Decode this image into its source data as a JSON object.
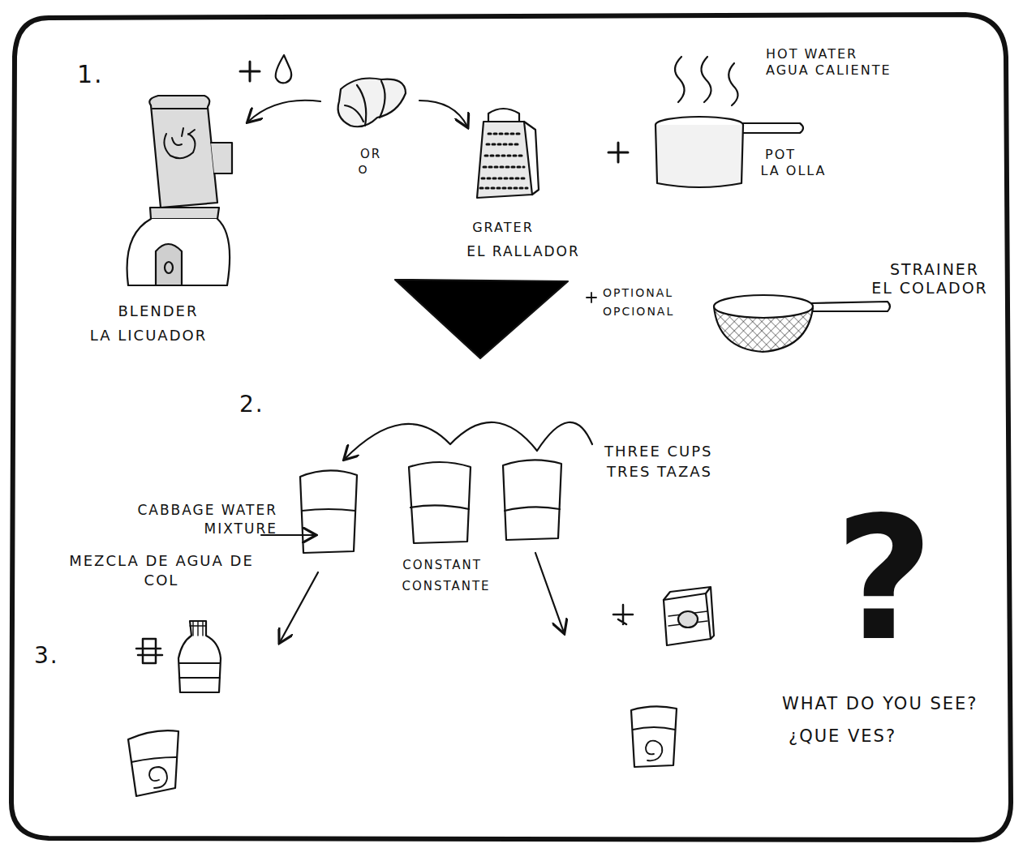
{
  "diagram": {
    "labels": [
      "1.",
      "OR",
      "O",
      "HOT WATER",
      "AGUA CALIENTE",
      "POT",
      "LA OLLA",
      "GRATER",
      "EL RALLADOR",
      "BLENDER",
      "LA LICUADOR",
      "OPTIONAL",
      "OPCIONAL",
      "STRAINER",
      "EL COLADOR",
      "2.",
      "THREE CUPS",
      "TRES TAZAS",
      "CABBAGE WATER MIXTURE",
      "MEZCLA DE AGUA DE COL",
      "CONSTANT",
      "CONSTANTE",
      "3.",
      "?",
      "WHAT DO YOU SEE?",
      "¿QUE VES?"
    ]
  }
}
